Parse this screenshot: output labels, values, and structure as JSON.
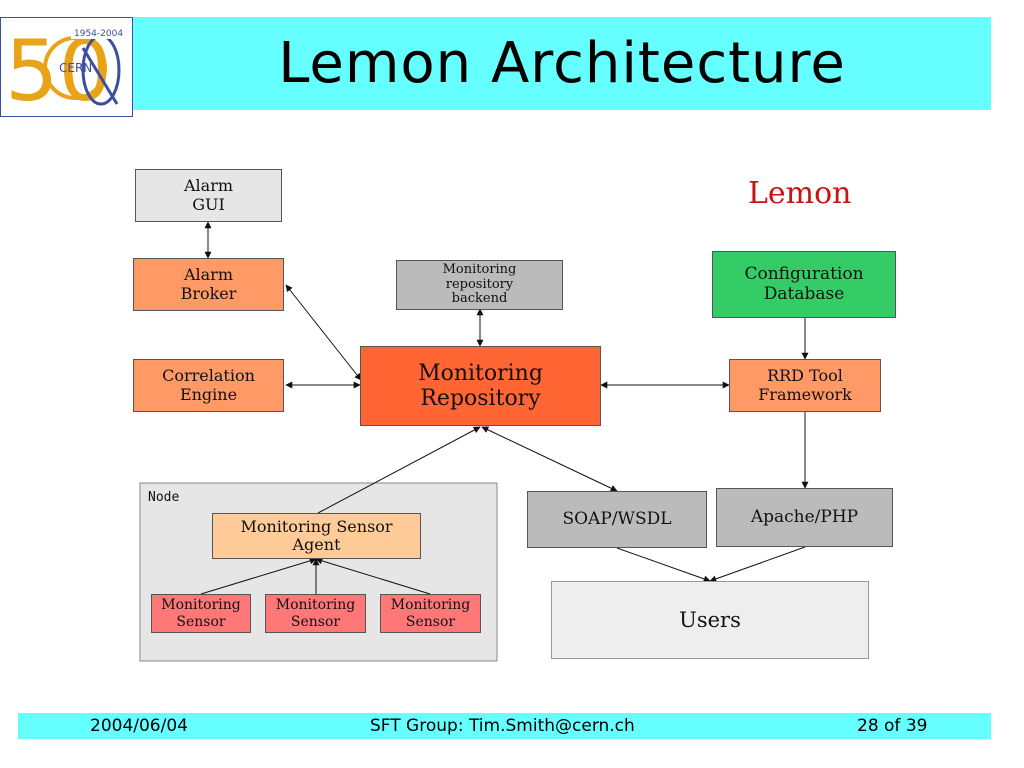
{
  "slide": {
    "title": "Lemon Architecture",
    "logo": {
      "years": "1954-2004",
      "name": "CERN",
      "big_digit": "50"
    },
    "footer": {
      "date": "2004/06/04",
      "center": "SFT Group: Tim.Smith@cern.ch",
      "page": "28 of 39"
    },
    "colors": {
      "header_band": "#66ffff",
      "orange": "#ff9966",
      "repository": "#ff6633",
      "green": "#33cc66",
      "grey": "#bbbbbb",
      "light_grey": "#eeeeee",
      "peach": "#ffcc99",
      "pink": "#ff7777",
      "lemon_label": "#cc1111"
    }
  },
  "diagram": {
    "brand_label": "Lemon",
    "node_group_label": "Node",
    "nodes": {
      "alarm_gui": "Alarm\nGUI",
      "alarm_broker": "Alarm\nBroker",
      "correlation_engine": "Correlation\nEngine",
      "repo_backend": "Monitoring\nrepository\nbackend",
      "monitoring_repository": "Monitoring\nRepository",
      "configuration_database": "Configuration\nDatabase",
      "rrd_tool": "RRD Tool\nFramework",
      "sensor_agent": "Monitoring Sensor\nAgent",
      "sensor_1": "Monitoring\nSensor",
      "sensor_2": "Monitoring\nSensor",
      "sensor_3": "Monitoring\nSensor",
      "soap_wsdl": "SOAP/WSDL",
      "apache_php": "Apache/PHP",
      "users": "Users"
    },
    "edges": [
      {
        "from": "alarm_gui",
        "to": "alarm_broker",
        "direction": "both"
      },
      {
        "from": "alarm_broker",
        "to": "monitoring_repository",
        "direction": "both"
      },
      {
        "from": "correlation_engine",
        "to": "monitoring_repository",
        "direction": "both"
      },
      {
        "from": "repo_backend",
        "to": "monitoring_repository",
        "direction": "both"
      },
      {
        "from": "monitoring_repository",
        "to": "rrd_tool",
        "direction": "both"
      },
      {
        "from": "configuration_database",
        "to": "rrd_tool",
        "direction": "forward"
      },
      {
        "from": "rrd_tool",
        "to": "apache_php",
        "direction": "forward"
      },
      {
        "from": "sensor_agent",
        "to": "monitoring_repository",
        "direction": "forward"
      },
      {
        "from": "monitoring_repository",
        "to": "soap_wsdl",
        "direction": "both"
      },
      {
        "from": "sensor_1",
        "to": "sensor_agent",
        "direction": "forward"
      },
      {
        "from": "sensor_2",
        "to": "sensor_agent",
        "direction": "forward"
      },
      {
        "from": "sensor_3",
        "to": "sensor_agent",
        "direction": "forward"
      },
      {
        "from": "soap_wsdl",
        "to": "users",
        "direction": "forward"
      },
      {
        "from": "apache_php",
        "to": "users",
        "direction": "forward"
      }
    ]
  }
}
